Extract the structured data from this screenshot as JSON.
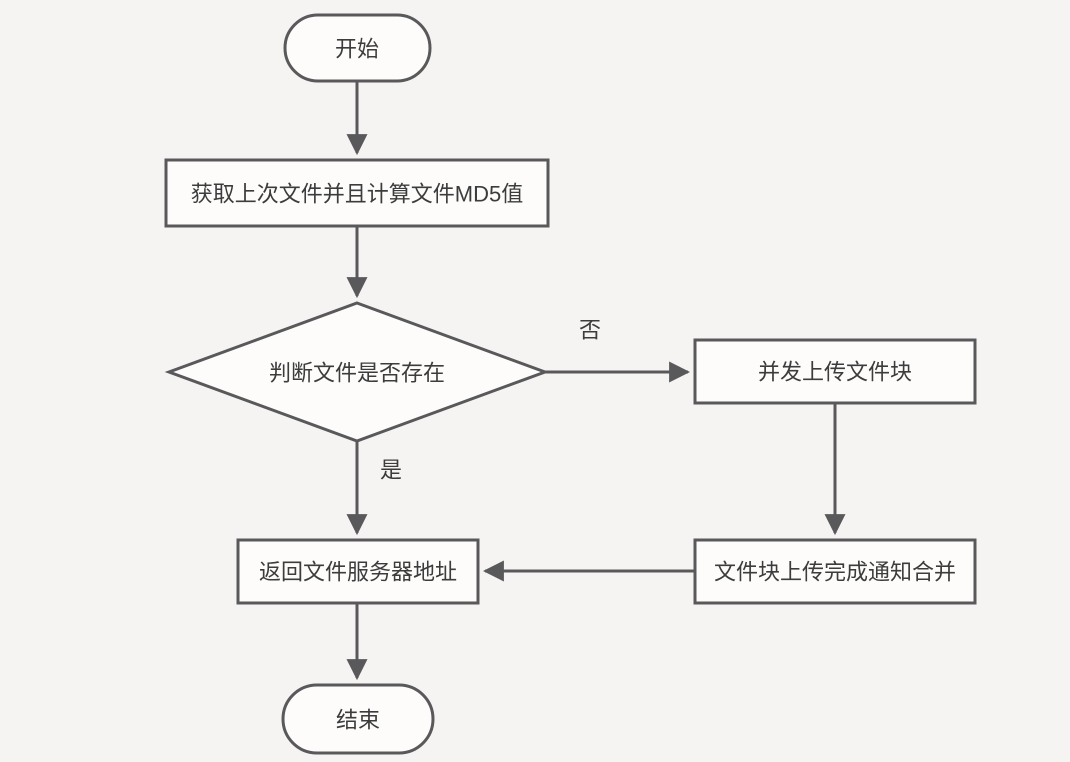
{
  "theme": {
    "background": "#f6f4f2",
    "node-fill": "#fdfcfb",
    "stroke": "#59595b",
    "text": "#3c3c3c"
  },
  "flowchart": {
    "title": "file-upload-flowchart",
    "nodes": [
      {
        "id": "start",
        "type": "terminal",
        "label": "开始"
      },
      {
        "id": "get-file-md5",
        "type": "process",
        "label": "获取上次文件并且计算文件MD5值"
      },
      {
        "id": "file-exists",
        "type": "decision",
        "label": "判断文件是否存在"
      },
      {
        "id": "concurrent-upload",
        "type": "process",
        "label": "并发上传文件块"
      },
      {
        "id": "return-server-address",
        "type": "process",
        "label": "返回文件服务器地址"
      },
      {
        "id": "notify-merge",
        "type": "process",
        "label": "文件块上传完成通知合并"
      },
      {
        "id": "end",
        "type": "terminal",
        "label": "结束"
      }
    ],
    "edges": [
      {
        "from": "start",
        "to": "get-file-md5",
        "label": ""
      },
      {
        "from": "get-file-md5",
        "to": "file-exists",
        "label": ""
      },
      {
        "from": "file-exists",
        "to": "concurrent-upload",
        "label": "否"
      },
      {
        "from": "file-exists",
        "to": "return-server-address",
        "label": "是"
      },
      {
        "from": "concurrent-upload",
        "to": "notify-merge",
        "label": ""
      },
      {
        "from": "notify-merge",
        "to": "return-server-address",
        "label": ""
      },
      {
        "from": "return-server-address",
        "to": "end",
        "label": ""
      }
    ]
  }
}
